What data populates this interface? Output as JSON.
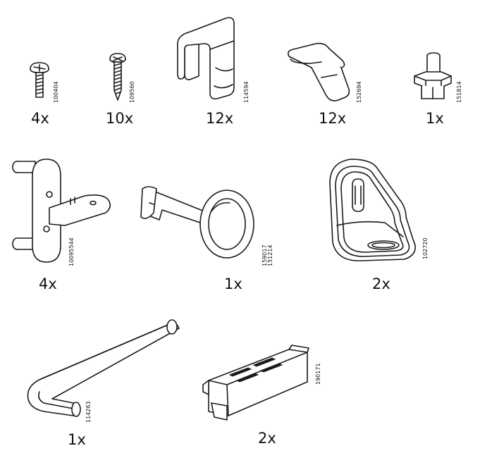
{
  "parts": [
    {
      "id": "screw-machine",
      "code": "100404",
      "qty": "4x"
    },
    {
      "id": "screw-wood",
      "code": "109560",
      "qty": "10x"
    },
    {
      "id": "hook-hanger",
      "code": "114594",
      "qty": "12x"
    },
    {
      "id": "shelf-clip",
      "code": "152694",
      "qty": "12x"
    },
    {
      "id": "plug-pin",
      "code": "151814",
      "qty": "1x"
    },
    {
      "id": "bracket-plate",
      "code": "10095544",
      "qty": "4x"
    },
    {
      "id": "key",
      "codes": [
        "159017",
        "151214"
      ],
      "qty": "1x"
    },
    {
      "id": "angle-bracket",
      "code": "102720",
      "qty": "2x"
    },
    {
      "id": "allen-key",
      "code": "114263",
      "qty": "1x"
    },
    {
      "id": "connector-block",
      "code": "190171",
      "qty": "2x"
    }
  ]
}
